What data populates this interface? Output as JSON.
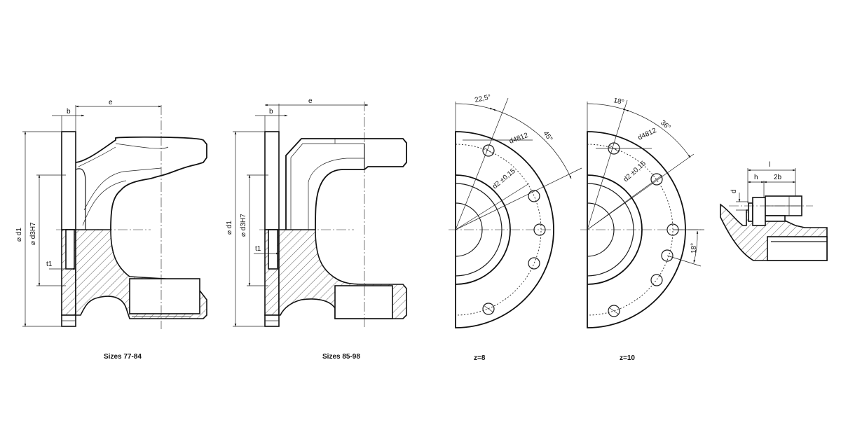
{
  "captions": {
    "view1": "Sizes 77-84",
    "view2": "Sizes 85-98",
    "view3": "z=8",
    "view4": "z=10"
  },
  "dims": {
    "b": "b",
    "e": "e",
    "d1": "⌀ d1",
    "d3": "⌀ d3H7",
    "t1": "t1",
    "angle_a": "22,5°",
    "angle_b": "45°",
    "angle_c": "18°",
    "angle_d": "36°",
    "angle_e": "18°",
    "d4": "d4812",
    "d2_8": "d2 ±0,15",
    "d2_10": "d2 ±0,15",
    "l": "l",
    "h": "h",
    "b2": "2b",
    "d": "d"
  }
}
